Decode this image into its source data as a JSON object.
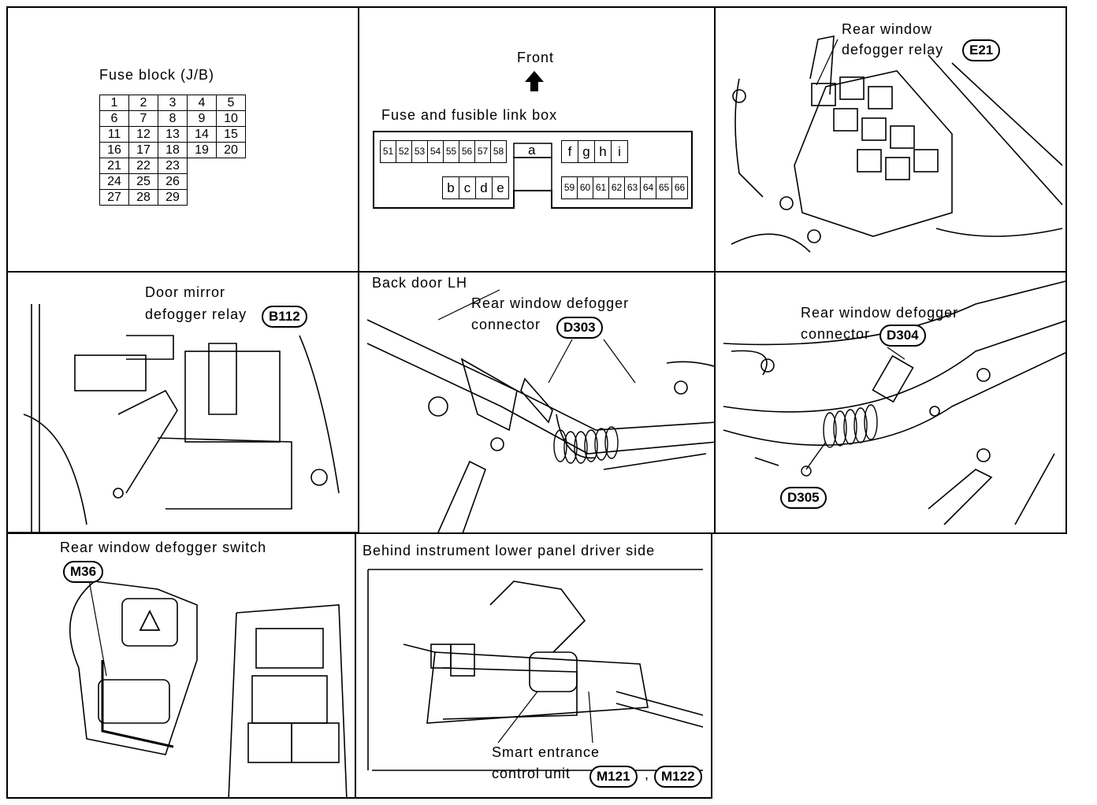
{
  "fuse_block": {
    "title": "Fuse block (J/B)",
    "rows": [
      [
        "1",
        "2",
        "3",
        "4",
        "5"
      ],
      [
        "6",
        "7",
        "8",
        "9",
        "10"
      ],
      [
        "11",
        "12",
        "13",
        "14",
        "15"
      ],
      [
        "16",
        "17",
        "18",
        "19",
        "20"
      ],
      [
        "21",
        "22",
        "23"
      ],
      [
        "24",
        "25",
        "26"
      ],
      [
        "27",
        "28",
        "29"
      ]
    ]
  },
  "fusible_link_box": {
    "front_label": "Front",
    "title": "Fuse and fusible link box",
    "left_fuses": [
      "51",
      "52",
      "53",
      "54",
      "55",
      "56",
      "57",
      "58"
    ],
    "center_label": "a",
    "lower_links": [
      "b",
      "c",
      "d",
      "e"
    ],
    "right_links": [
      "f",
      "g",
      "h",
      "i"
    ],
    "right_fuses": [
      "59",
      "60",
      "61",
      "62",
      "63",
      "64",
      "65",
      "66"
    ]
  },
  "defogger_relay": {
    "label_line1": "Rear window",
    "label_line2": "defogger relay",
    "connector": "E21"
  },
  "door_mirror_relay": {
    "label_line1": "Door mirror",
    "label_line2": "defogger relay",
    "connector": "B112"
  },
  "back_door": {
    "title": "Back door LH",
    "label_line1": "Rear window defogger",
    "label_line2": "connector",
    "connector": "D303"
  },
  "d304_panel": {
    "label_line1": "Rear window defogger",
    "label_line2": "connector",
    "connector": "D304",
    "ground": "D305"
  },
  "switch_panel": {
    "title": "Rear window defogger switch",
    "connector": "M36"
  },
  "instrument_panel": {
    "title": "Behind instrument lower panel driver side",
    "label_line1": "Smart entrance",
    "label_line2": "control unit",
    "connector_1": "M121",
    "separator": ",",
    "connector_2": "M122"
  }
}
